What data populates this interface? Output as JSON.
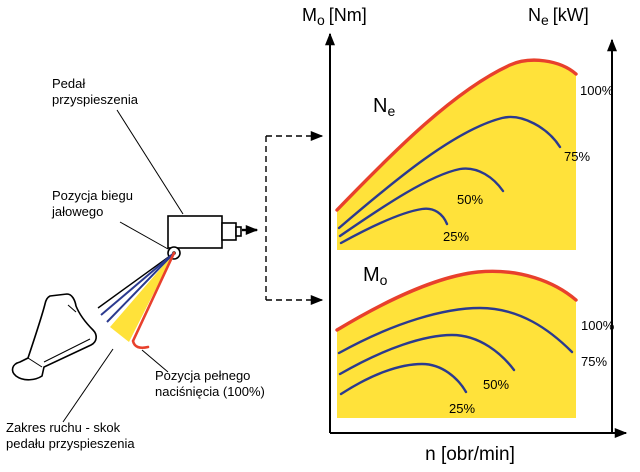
{
  "colors": {
    "yellow": "#ffe23a",
    "red": "#e8402c",
    "blue": "#2b3a8f",
    "black": "#000000"
  },
  "callouts": {
    "pedal": [
      "Pedał",
      "przyspieszenia"
    ],
    "idle": [
      "Pozycja biegu",
      "jałowego"
    ],
    "full": [
      "Pozycja pełnego",
      "naciśnięcia (100%)"
    ],
    "range": [
      "Zakres ruchu - skok",
      "pedału przyspieszenia"
    ]
  },
  "axes": {
    "left": {
      "main": "M",
      "sub": "o",
      "unit": "[Nm]"
    },
    "right": {
      "main": "N",
      "sub": "e",
      "unit": "[kW]"
    },
    "x": "n [obr/min]"
  },
  "charts": {
    "power": {
      "label_main": "N",
      "label_sub": "e",
      "percents": [
        "100%",
        "75%",
        "50%",
        "25%"
      ]
    },
    "torque": {
      "label_main": "M",
      "label_sub": "o",
      "percents": [
        "100%",
        "75%",
        "50%",
        "25%"
      ]
    }
  },
  "chart_data": [
    {
      "type": "line",
      "title": "Ne",
      "xlabel": "n [obr/min]",
      "ylabel": "Ne [kW]",
      "axis_ticks": "none shown (qualitative characteristic curves)",
      "legend_position": "labels at curve ends",
      "series": [
        {
          "name": "100%",
          "color": "#e8402c",
          "x_norm": [
            0,
            0.2,
            0.4,
            0.6,
            0.75,
            1.0
          ],
          "y_norm": [
            0.21,
            0.38,
            0.62,
            0.86,
            1.0,
            0.93
          ]
        },
        {
          "name": "75%",
          "color": "#2b3a8f",
          "x_norm": [
            0,
            0.2,
            0.4,
            0.6,
            0.7,
            0.93
          ],
          "y_norm": [
            0.12,
            0.25,
            0.45,
            0.65,
            0.7,
            0.55
          ]
        },
        {
          "name": "50%",
          "color": "#2b3a8f",
          "x_norm": [
            0,
            0.15,
            0.3,
            0.45,
            0.52,
            0.69
          ],
          "y_norm": [
            0.08,
            0.16,
            0.3,
            0.42,
            0.43,
            0.31
          ]
        },
        {
          "name": "25%",
          "color": "#2b3a8f",
          "x_norm": [
            0,
            0.1,
            0.2,
            0.3,
            0.36,
            0.46
          ],
          "y_norm": [
            0.04,
            0.09,
            0.15,
            0.21,
            0.22,
            0.14
          ]
        }
      ]
    },
    {
      "type": "line",
      "title": "Mo",
      "xlabel": "n [obr/min]",
      "ylabel": "Mo [Nm]",
      "axis_ticks": "none shown (qualitative characteristic curves)",
      "legend_position": "labels at curve ends",
      "series": [
        {
          "name": "100%",
          "color": "#e8402c",
          "x_norm": [
            0,
            0.25,
            0.5,
            0.63,
            0.8,
            1.0
          ],
          "y_norm": [
            0.6,
            0.85,
            0.99,
            1.0,
            0.93,
            0.8
          ]
        },
        {
          "name": "75%",
          "color": "#2b3a8f",
          "x_norm": [
            0,
            0.25,
            0.5,
            0.6,
            0.8,
            0.98
          ],
          "y_norm": [
            0.44,
            0.64,
            0.75,
            0.75,
            0.62,
            0.45
          ]
        },
        {
          "name": "50%",
          "color": "#2b3a8f",
          "x_norm": [
            0,
            0.2,
            0.4,
            0.48,
            0.6,
            0.74
          ],
          "y_norm": [
            0.3,
            0.47,
            0.57,
            0.57,
            0.47,
            0.33
          ]
        },
        {
          "name": "25%",
          "color": "#2b3a8f",
          "x_norm": [
            0,
            0.15,
            0.3,
            0.36,
            0.45,
            0.54
          ],
          "y_norm": [
            0.16,
            0.3,
            0.37,
            0.37,
            0.28,
            0.18
          ]
        }
      ]
    }
  ]
}
